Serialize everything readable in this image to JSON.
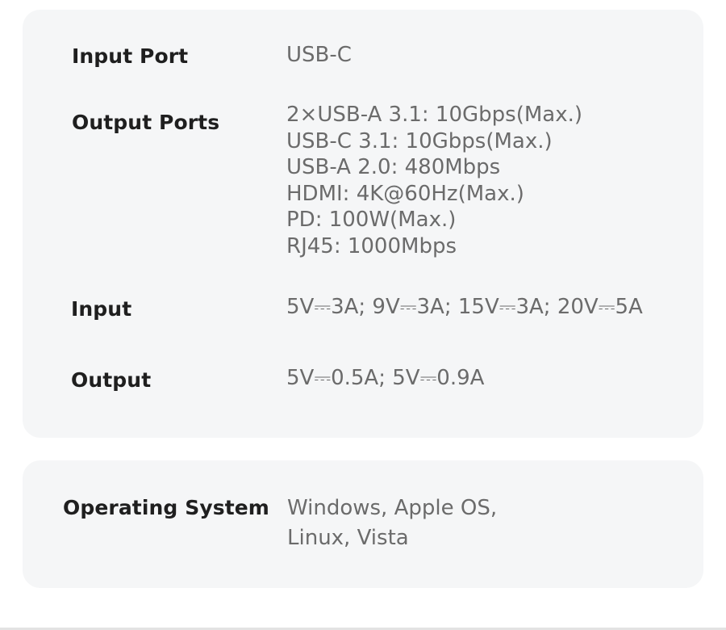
{
  "specs_card": {
    "rows": [
      {
        "label": "Input Port",
        "lines": [
          "USB-C"
        ]
      },
      {
        "label": "Output Ports",
        "lines": [
          "2×USB-A 3.1:  10Gbps(Max.)",
          "USB-C 3.1:  10Gbps(Max.)",
          "USB-A 2.0:  480Mbps",
          "HDMI:  4K@60Hz(Max.)",
          "PD:  100W(Max.)",
          "RJ45:  1000Mbps"
        ]
      },
      {
        "label": "Input",
        "lines": [
          "5V⎓3A; 9V⎓3A; 15V⎓3A; 20V⎓5A"
        ]
      },
      {
        "label": "Output",
        "lines": [
          "5V⎓0.5A; 5V⎓0.9A"
        ]
      }
    ]
  },
  "os_card": {
    "label": "Operating System",
    "lines": [
      "Windows, Apple OS,",
      "Linux, Vista"
    ]
  }
}
